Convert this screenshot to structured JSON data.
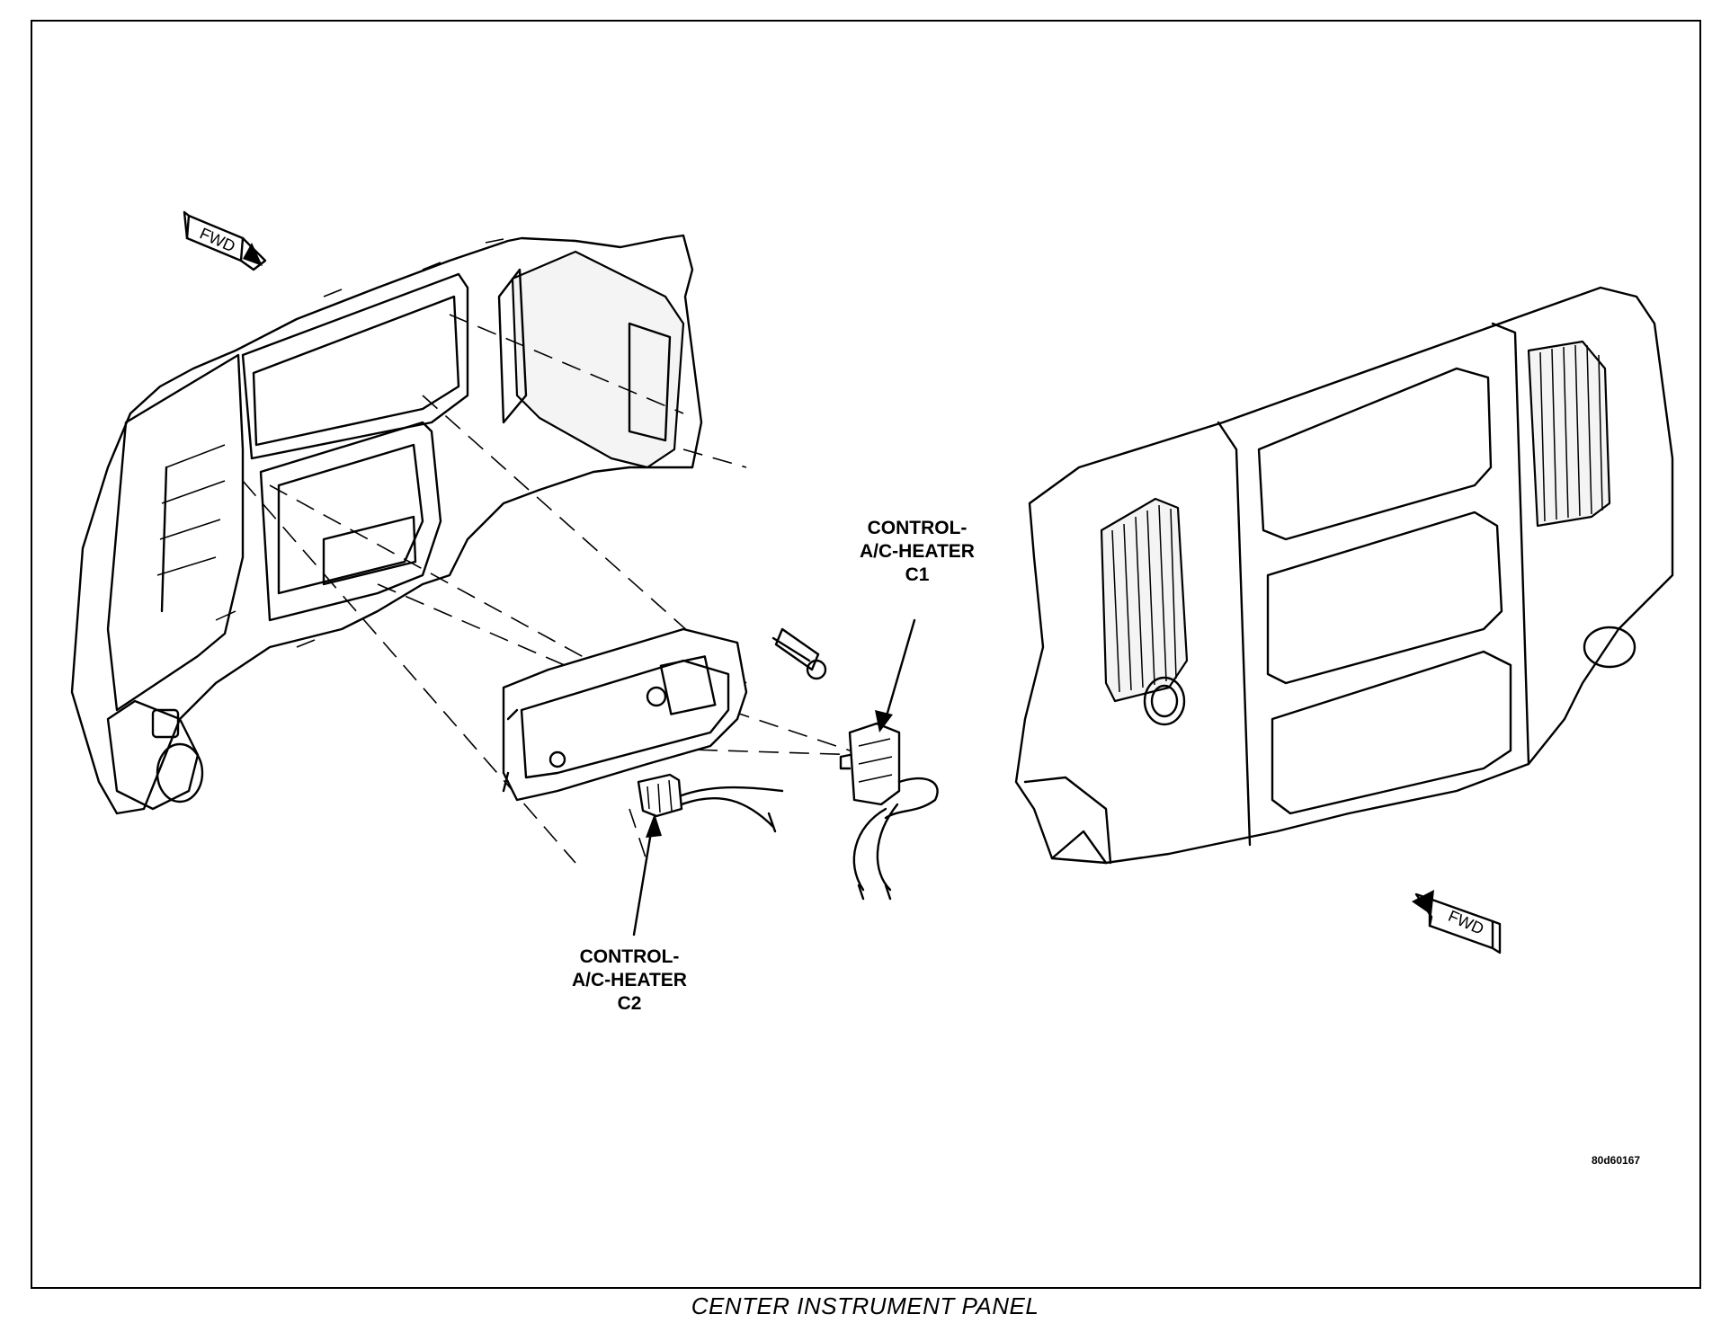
{
  "diagram": {
    "caption": "CENTER INSTRUMENT PANEL",
    "figure_id": "80d60167",
    "callouts": [
      {
        "id": "c1",
        "label": "CONTROL-\nA/C-HEATER\nC1"
      },
      {
        "id": "c2",
        "label": "CONTROL-\nA/C-HEATER\nC2"
      }
    ],
    "direction_markers": [
      {
        "id": "fwd-left",
        "label": "FWD"
      },
      {
        "id": "fwd-right",
        "label": "FWD"
      }
    ],
    "colors": {
      "line": "#000000",
      "background": "#ffffff"
    }
  }
}
